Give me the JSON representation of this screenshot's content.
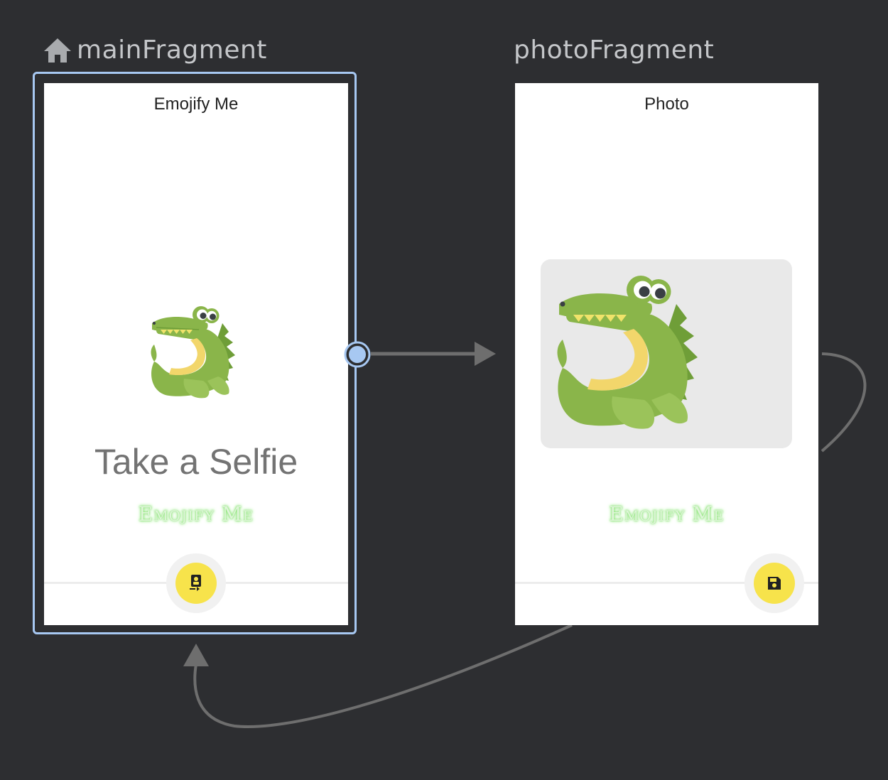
{
  "graph": {
    "home_destination": "mainFragment",
    "destinations": [
      {
        "id": "mainFragment",
        "is_start": true,
        "selected": true,
        "screen_title": "Emojify Me",
        "headline": "Take a Selfie",
        "brand_text": "Emojify Me",
        "fab_icon": "camera-front-icon"
      },
      {
        "id": "photoFragment",
        "is_start": false,
        "selected": false,
        "screen_title": "Photo",
        "brand_text": "Emojify Me",
        "fab_icon": "save-icon"
      }
    ],
    "actions": [
      {
        "from": "mainFragment",
        "to": "photoFragment"
      },
      {
        "from": "photoFragment",
        "to": "mainFragment"
      }
    ]
  },
  "colors": {
    "canvas": "#2d2e31",
    "selection": "#a7c8f2",
    "arrow": "#6e6e6e",
    "fab": "#f7e34b",
    "brand_glow": "#7fe06a"
  }
}
